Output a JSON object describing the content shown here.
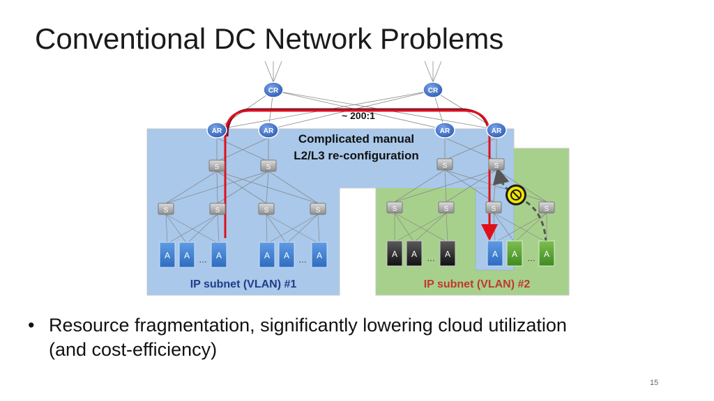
{
  "slide": {
    "title": "Conventional DC Network Problems",
    "bullet": "Resource fragmentation, significantly lowering cloud utilization (and cost-efficiency)",
    "page_number": "15"
  },
  "diagram": {
    "core_router_label": "CR",
    "agg_router_label": "AR",
    "switch_label": "S",
    "server_label": "A",
    "ellipsis": "…",
    "ratio_label": "~ 200:1",
    "reconfig_line1": "Complicated manual",
    "reconfig_line2": "L2/L3 re-configuration",
    "subnet1_label": "IP subnet (VLAN) #1",
    "subnet2_label": "IP subnet (VLAN) #2",
    "colors": {
      "subnet1_fill": "#a9c8ea",
      "subnet2_fill": "#a8d08d",
      "router_fill": "#3f6fc6",
      "migration_arrow": "#e0101a",
      "path_line": "#7a1030",
      "subnet2_text": "#c0392b",
      "subnet1_text": "#1f3c88",
      "blocked_sign": "#f2e600"
    }
  }
}
